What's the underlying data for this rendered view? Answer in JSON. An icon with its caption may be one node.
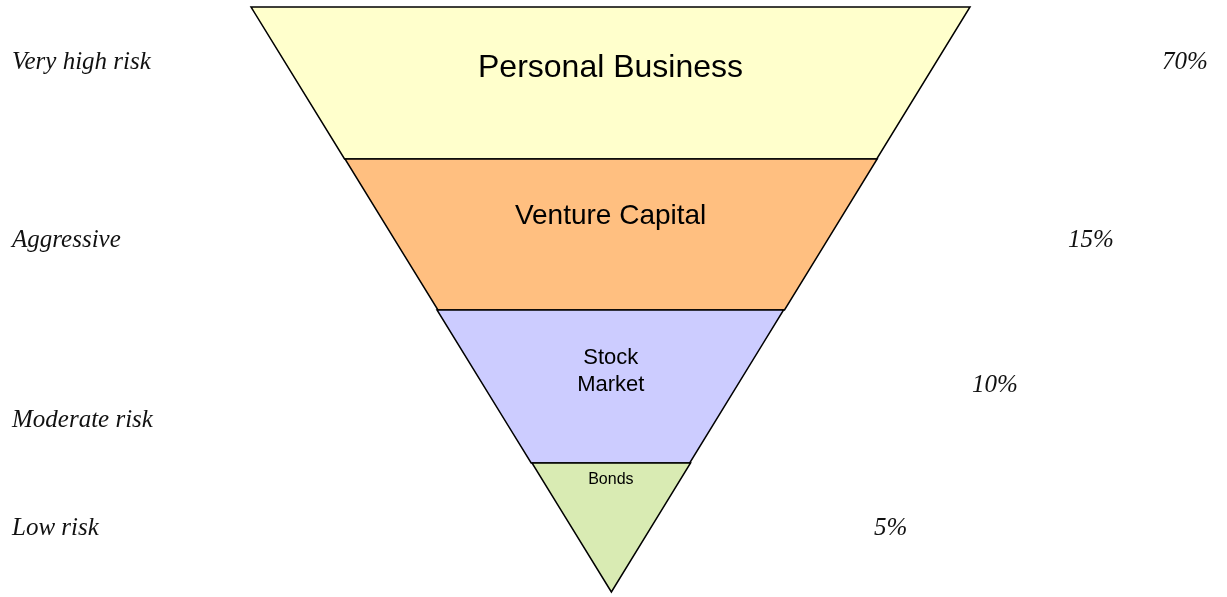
{
  "diagram": {
    "nodes": [
      {
        "text": [
          "Personal Business"
        ]
      },
      {
        "text": [
          "Venture Capital"
        ]
      },
      {
        "text": [
          "Stock Market"
        ]
      },
      {
        "text": [
          "Bonds"
        ]
      }
    ],
    "edges": [],
    "labels": [
      "Very high risk",
      "70%",
      "Aggressive",
      "15%",
      "10%",
      "Moderate risk",
      "Low risk",
      "5%"
    ]
  }
}
